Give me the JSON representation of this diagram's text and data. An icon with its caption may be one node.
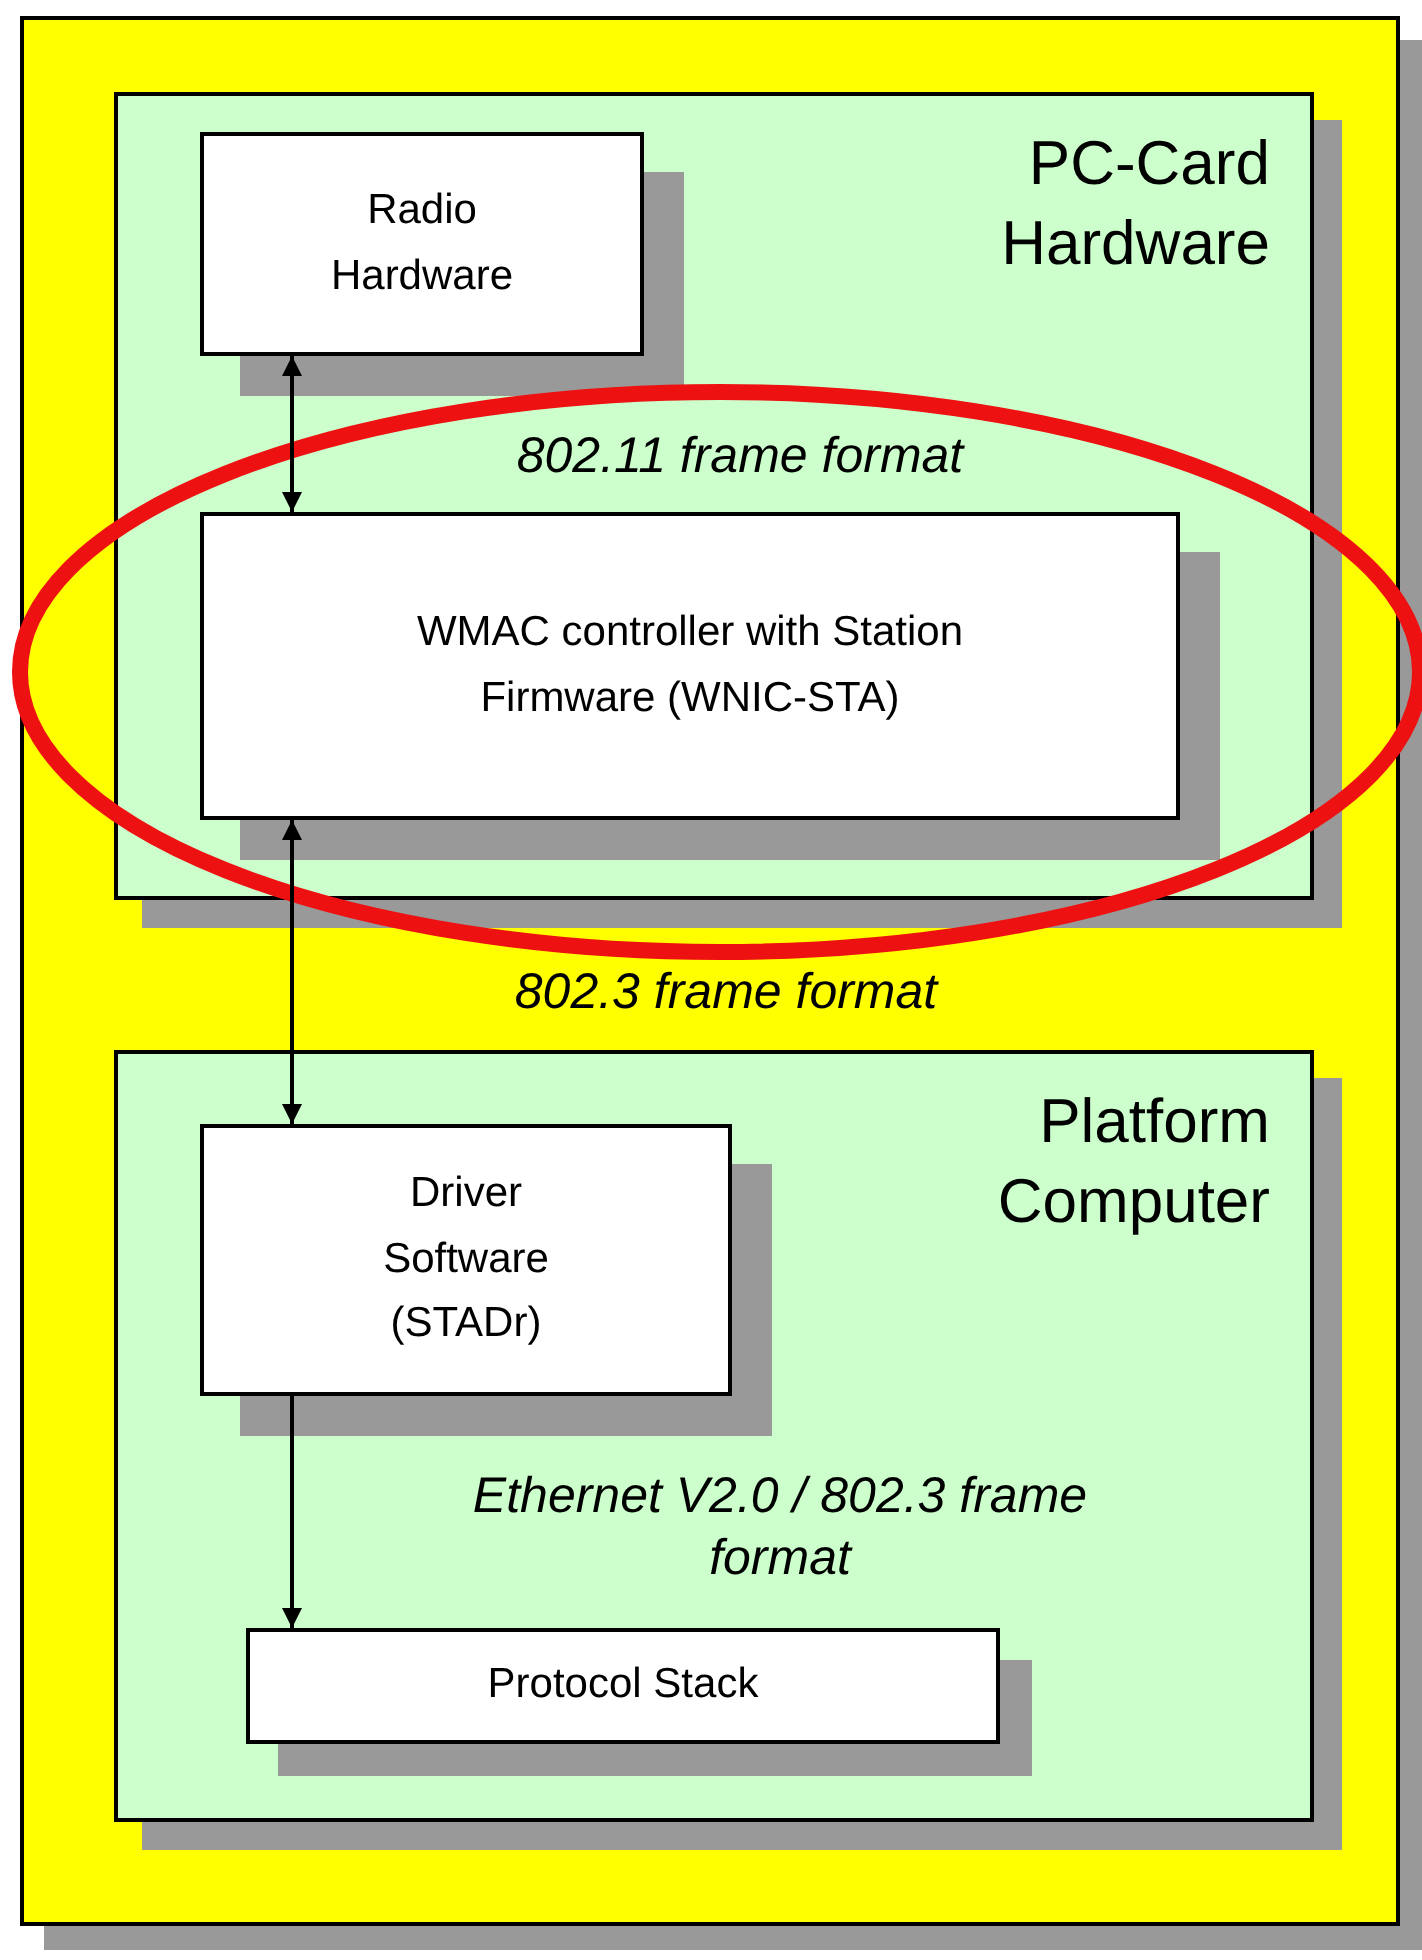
{
  "diagram": {
    "nodes": [
      {
        "text": [],
        "shape": "box"
      },
      {
        "text": [
          "PC-Card Hardware"
        ],
        "in": 0
      },
      {
        "text": [
          "Radio Hardware"
        ],
        "in": 1
      },
      {
        "text": [
          "WMAC controller with Station Firmware (WNIC-STA)"
        ],
        "in": 1
      },
      {
        "text": [
          "Platform Computer"
        ],
        "in": 0
      },
      {
        "text": [
          "Driver Software (STADr)"
        ],
        "in": 4
      },
      {
        "text": [
          "Protocol Stack"
        ],
        "in": 4
      }
    ],
    "edges": [
      {
        "from": 2,
        "to": 3,
        "arrow": "both",
        "label": "802.11 frame format"
      },
      {
        "from": 3,
        "to": 5,
        "arrow": "both",
        "label": "802.3 frame format"
      },
      {
        "from": 5,
        "to": 6,
        "arrow": "to",
        "label": "Ethernet V2.0 / 802.3 frame format"
      }
    ]
  }
}
